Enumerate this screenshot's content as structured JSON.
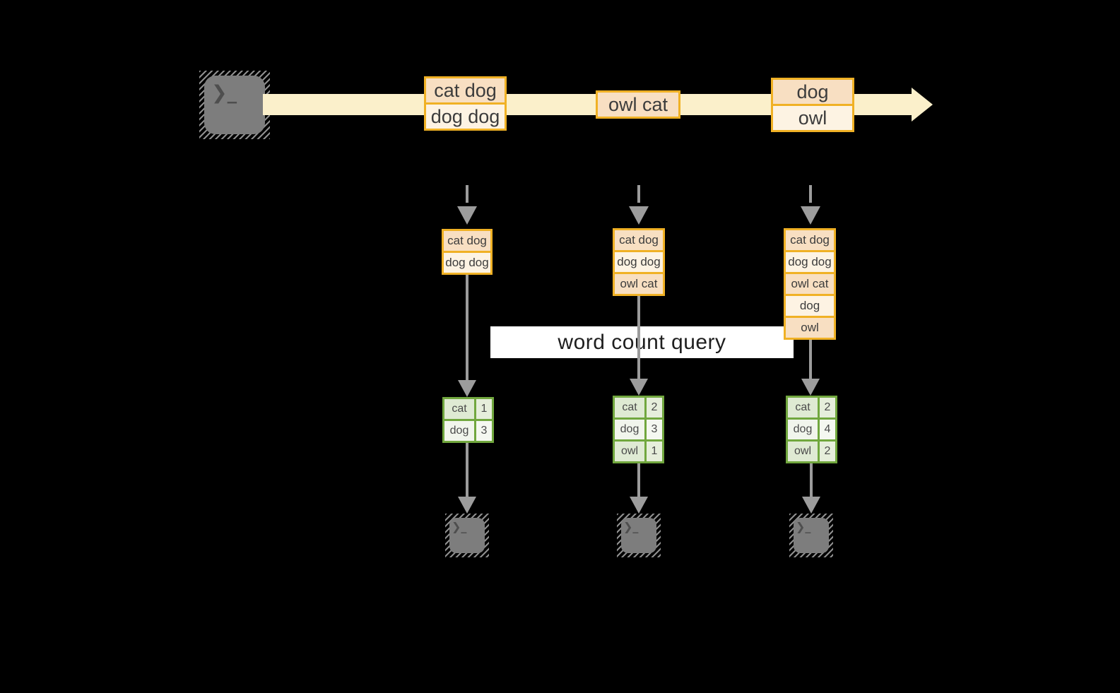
{
  "terminal": {
    "glyph": "❯_"
  },
  "stream": {
    "batches": [
      {
        "lines": [
          "cat dog",
          "dog dog"
        ]
      },
      {
        "lines": [
          "owl cat"
        ]
      },
      {
        "lines": [
          "dog",
          "owl"
        ]
      }
    ]
  },
  "query": {
    "label": "word count query"
  },
  "columns": [
    {
      "input_lines": [
        "cat dog",
        "dog dog"
      ],
      "counts": [
        {
          "word": "cat",
          "count": "1"
        },
        {
          "word": "dog",
          "count": "3"
        }
      ]
    },
    {
      "input_lines": [
        "cat dog",
        "dog dog",
        "owl cat"
      ],
      "counts": [
        {
          "word": "cat",
          "count": "2"
        },
        {
          "word": "dog",
          "count": "3"
        },
        {
          "word": "owl",
          "count": "1"
        }
      ]
    },
    {
      "input_lines": [
        "cat dog",
        "dog dog",
        "owl cat",
        "dog",
        "owl"
      ],
      "counts": [
        {
          "word": "cat",
          "count": "2"
        },
        {
          "word": "dog",
          "count": "4"
        },
        {
          "word": "owl",
          "count": "2"
        }
      ]
    }
  ],
  "colors": {
    "background": "#000000",
    "stream_band": "#fbf0cb",
    "box_border": "#f0b125",
    "box_fill_dark": "#f8dfc2",
    "box_fill_light": "#fdf3e3",
    "table_border": "#71a73e",
    "table_fill_dark": "#dfead3",
    "table_fill_light": "#f1f5ec",
    "arrow_gray": "#9c9c9c",
    "terminal_gray": "#7d7d7d",
    "query_band": "#ffffff"
  }
}
